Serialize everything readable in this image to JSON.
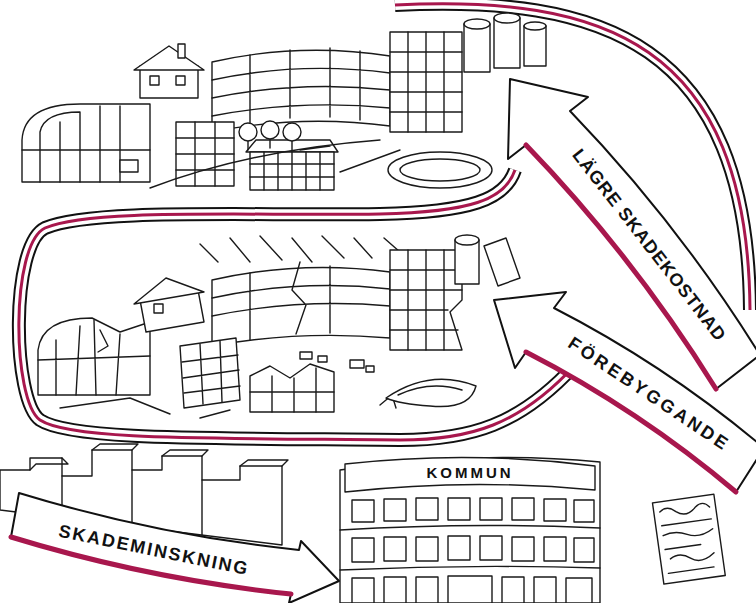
{
  "diagram": {
    "nodes": [
      {
        "text": [
          "LÄGRE SKADEKOSTNAD"
        ]
      },
      {
        "text": [
          "FÖREBYGGANDE"
        ]
      },
      {
        "text": [
          "SKADEMINSKNING"
        ]
      }
    ],
    "labels": [
      "KOMMUN"
    ]
  }
}
